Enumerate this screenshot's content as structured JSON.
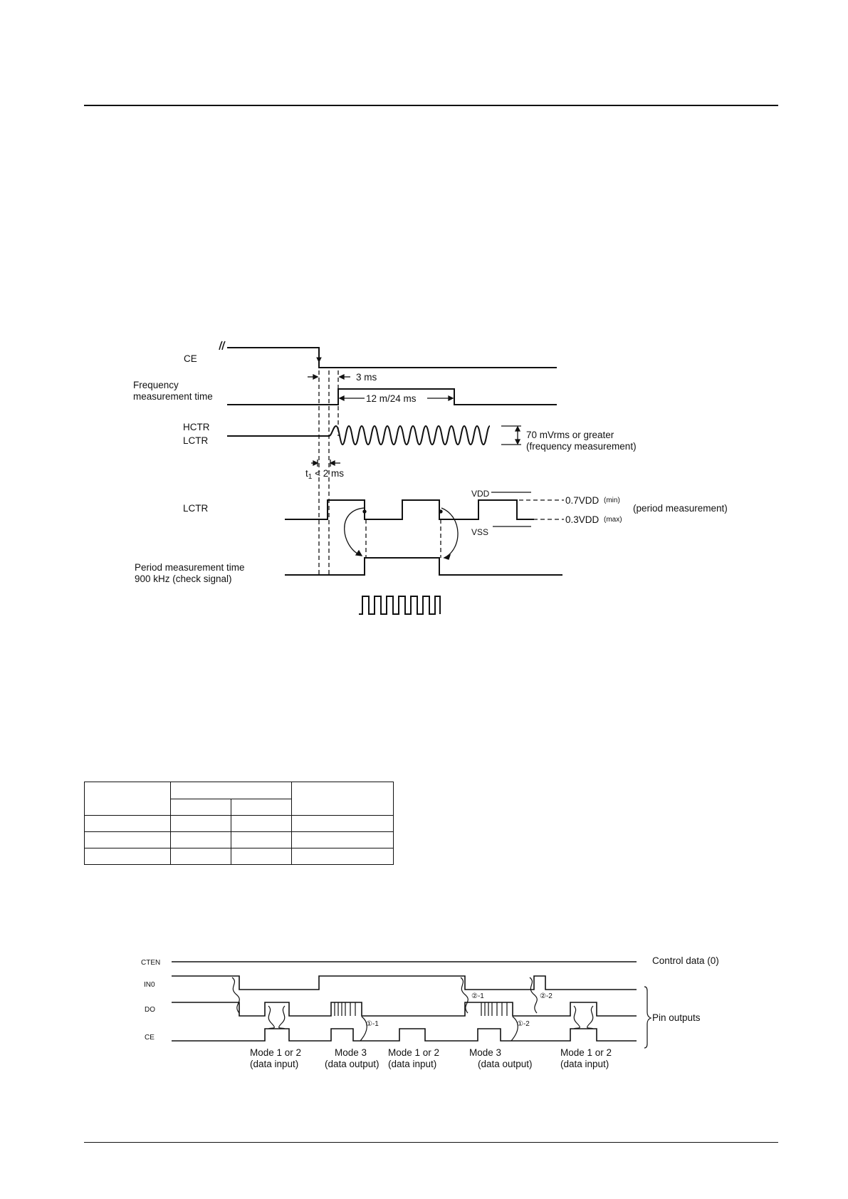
{
  "timing_diagram_1": {
    "labels": {
      "ce": "CE",
      "freq_time_l1": "Frequency",
      "freq_time_l2": "measurement time",
      "hctr": "HCTR",
      "lctr": "LCTR",
      "three_ms": "3 ms",
      "twelve_24_ms": "12 m/24 ms",
      "amplitude_l1": "70 mVrms or greater",
      "amplitude_l2": "(frequency measurement)",
      "t1_text": "< 2 ms",
      "lctr2": "LCTR",
      "vdd": "VDD",
      "vss": "VSS",
      "high_thresh": "0.7VDD",
      "high_thresh_note": "(min)",
      "low_thresh": "0.3VDD",
      "low_thresh_note": "(max)",
      "period_meas": "(period measurement)",
      "period_time": "Period measurement time",
      "check_signal": "900 kHz (check signal)"
    }
  },
  "table": {
    "rows": 5,
    "note": ""
  },
  "timing_diagram_2": {
    "signals": [
      "CTEN",
      "IN0",
      "DO",
      "CE"
    ],
    "control_data": "Control data (0)",
    "pin_outputs": "Pin outputs",
    "markers": [
      "①-1",
      "①-2",
      "②-1",
      "②-2"
    ],
    "modes": [
      {
        "l1": "Mode 1 or 2",
        "l2": "(data input)"
      },
      {
        "l1": "Mode 3",
        "l2": "(data output)"
      },
      {
        "l1": "Mode 1 or 2",
        "l2": "(data input)"
      },
      {
        "l1": "Mode 3",
        "l2": "(data output)"
      },
      {
        "l1": "Mode 1 or 2",
        "l2": "(data input)"
      }
    ]
  }
}
